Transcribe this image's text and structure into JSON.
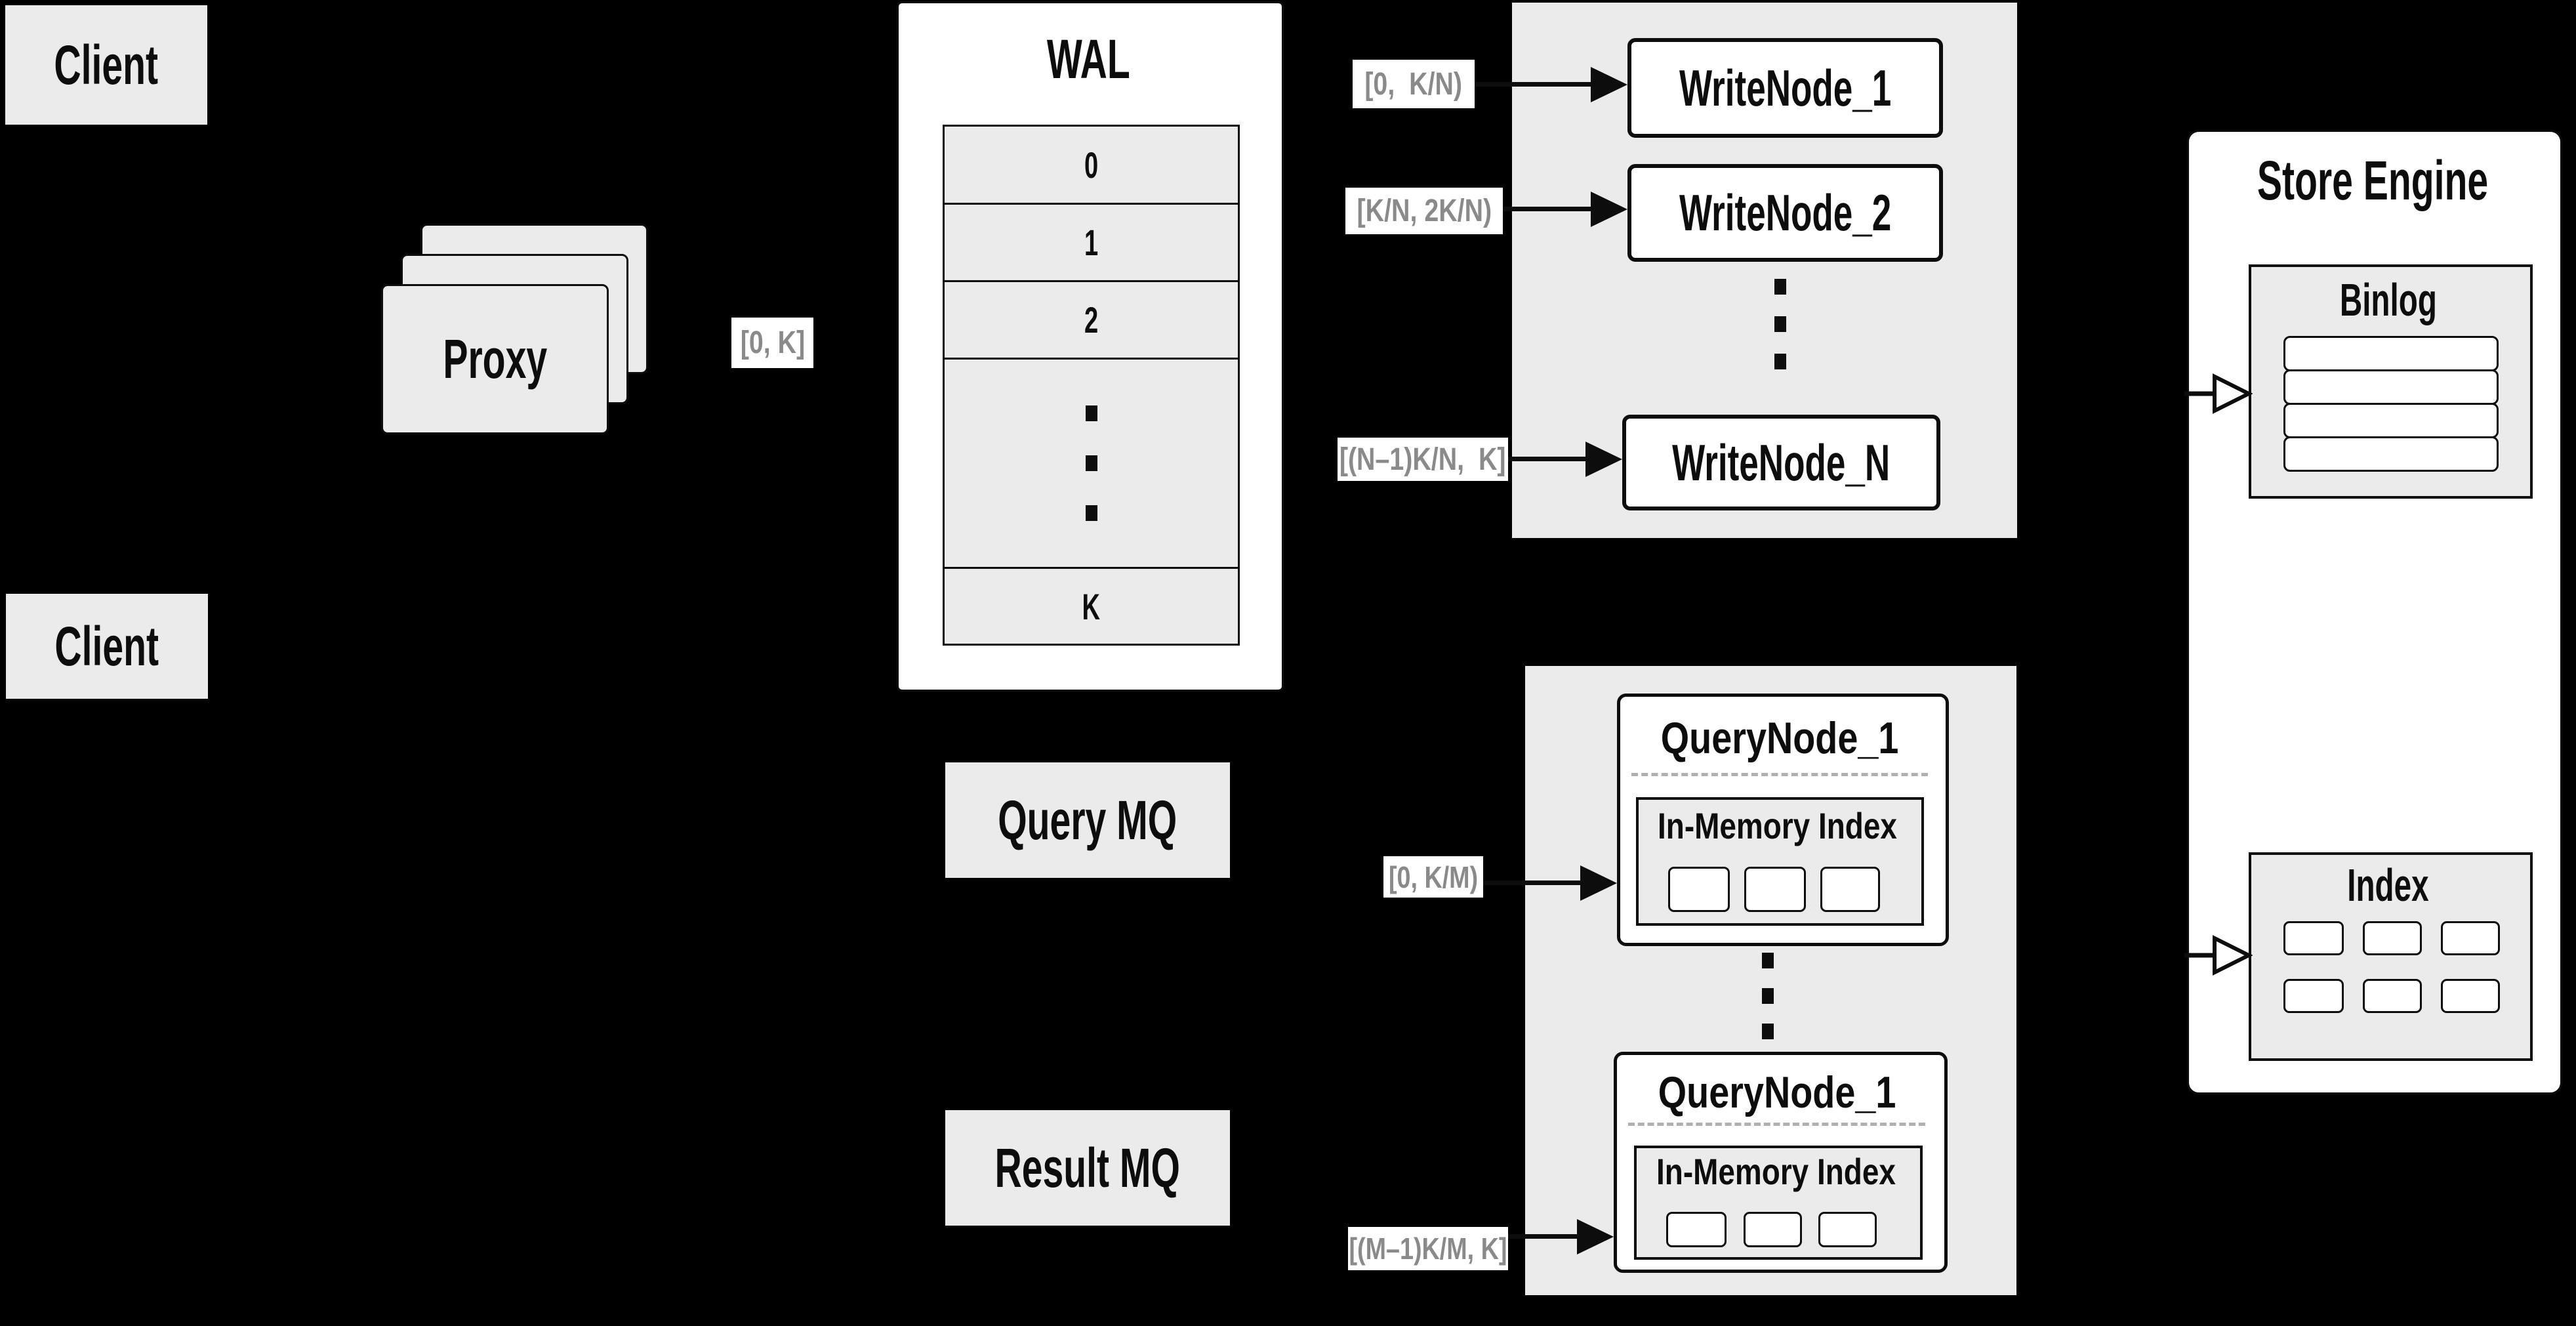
{
  "colors": {
    "background": "#000000",
    "panel_gray": "#ebebeb",
    "node_white": "#ffffff",
    "line_black": "#0d0d0d",
    "label_gray": "#8a8a8a",
    "dash_gray": "#b0b0b0"
  },
  "clients": {
    "top_label": "Client",
    "bottom_label": "Client"
  },
  "proxy": {
    "label": "Proxy"
  },
  "wal": {
    "title": "WAL",
    "rows": [
      "0",
      "1",
      "2",
      "K"
    ]
  },
  "edge_labels": {
    "client_to_wal": "[0, K]",
    "wal_to_write_1": "[0,  K/N)",
    "wal_to_write_2": "[K/N, 2K/N)",
    "wal_to_write_n": "[(N–1)K/N,  K]",
    "mq_to_query_1": "[0, K/M)",
    "mq_to_query_m": "[(M–1)K/M, K]"
  },
  "write_nodes": {
    "node_1": "WriteNode_1",
    "node_2": "WriteNode_2",
    "node_n": "WriteNode_N"
  },
  "mq": {
    "query": "Query MQ",
    "result": "Result MQ"
  },
  "query_nodes": {
    "node_1": {
      "title": "QueryNode_1",
      "in_memory": "In-Memory Index"
    },
    "node_2": {
      "title": "QueryNode_1",
      "in_memory": "In-Memory Index"
    }
  },
  "store_engine": {
    "title": "Store Engine",
    "binlog_title": "Binlog",
    "index_title": "Index"
  }
}
